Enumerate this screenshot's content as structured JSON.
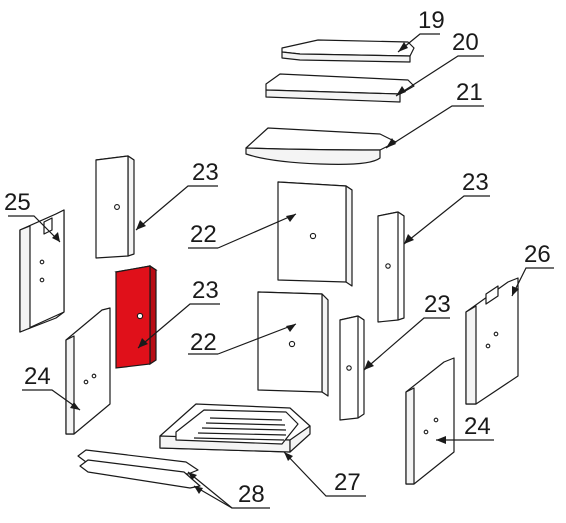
{
  "diagram": {
    "labels": {
      "p19": "19",
      "p20": "20",
      "p21": "21",
      "p22a": "22",
      "p22b": "22",
      "p23a": "23",
      "p23b": "23",
      "p23c": "23",
      "p23d": "23",
      "p24a": "24",
      "p24b": "24",
      "p25": "25",
      "p26": "26",
      "p27": "27",
      "p28": "28"
    },
    "highlight_color": "#e0101a",
    "line_color": "#1a1a1a"
  }
}
